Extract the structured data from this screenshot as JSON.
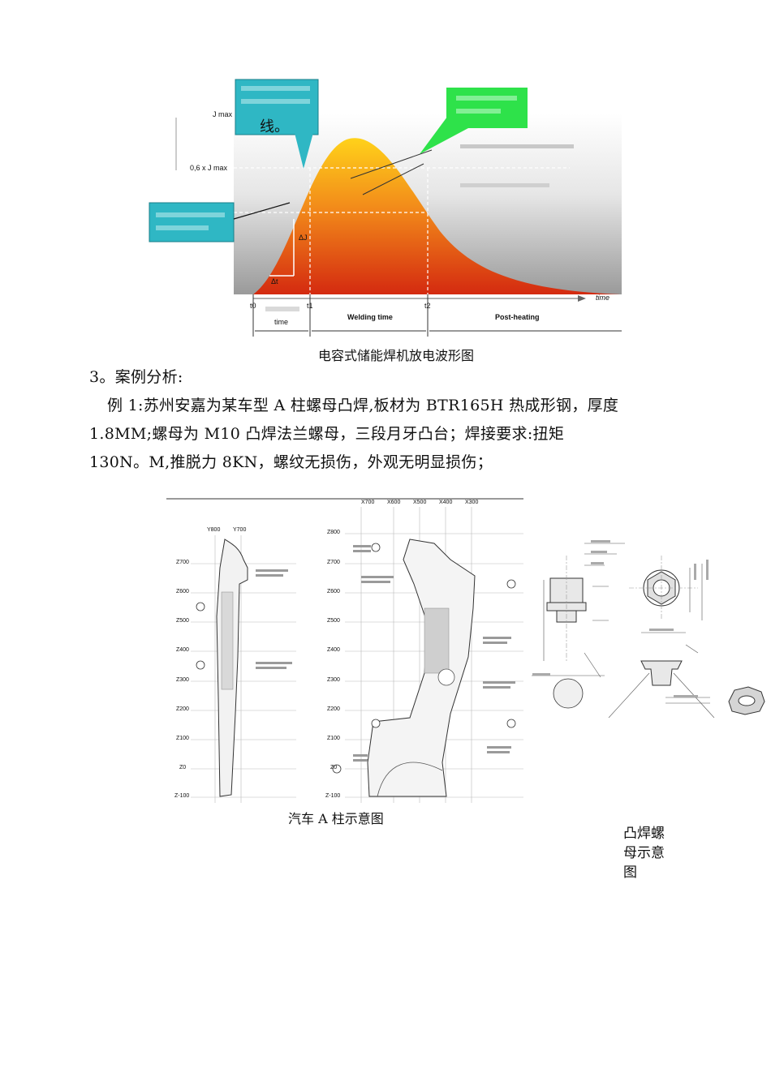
{
  "figure1": {
    "caption": "电容式储能焊机放电波形图",
    "callout_left_top_char": "线。",
    "y_label_max": "J max",
    "y_label_09": "0,6 x J max",
    "delta_j": "ΔJ",
    "delta_t": "Δt",
    "x_axis_label": "time",
    "ticks": [
      "t0",
      "t1",
      "t2"
    ],
    "phases": [
      "time",
      "Welding time",
      "Post-heating"
    ]
  },
  "section": {
    "heading": "3。案例分析:",
    "line1": "例 1:苏州安嘉为某车型 A 柱螺母凸焊,板材为 BTR165H 热成形钢，厚度",
    "line2": "1.8MM;螺母为 M10 凸焊法兰螺母，三段月牙凸台；焊接要求:扭矩",
    "line3": "130N。M,推脱力 8KN，螺纹无损伤，外观无明显损伤；"
  },
  "figure2": {
    "caption": "汽车 A 柱示意图",
    "z_labels": [
      "Z700",
      "Z600",
      "Z500",
      "Z400",
      "Z300",
      "Z200",
      "Z100",
      "Z0",
      "Z-100"
    ],
    "z_labels_right": [
      "Z800",
      "Z700",
      "Z600",
      "Z500",
      "Z400",
      "Z300",
      "Z200",
      "Z100",
      "Z0",
      "Z-100"
    ],
    "y_labels": [
      "Y800",
      "Y700"
    ],
    "x_labels": [
      "X700",
      "X600",
      "X500",
      "X400",
      "X300"
    ]
  },
  "figure3": {
    "caption_l1": "凸焊螺",
    "caption_l2": "母示意",
    "caption_l3": "图"
  },
  "colors": {
    "curve_top": "#ffd21a",
    "curve_bottom": "#d42a10",
    "callout_teal": "#2fb7c4",
    "callout_green": "#2ee24a"
  }
}
